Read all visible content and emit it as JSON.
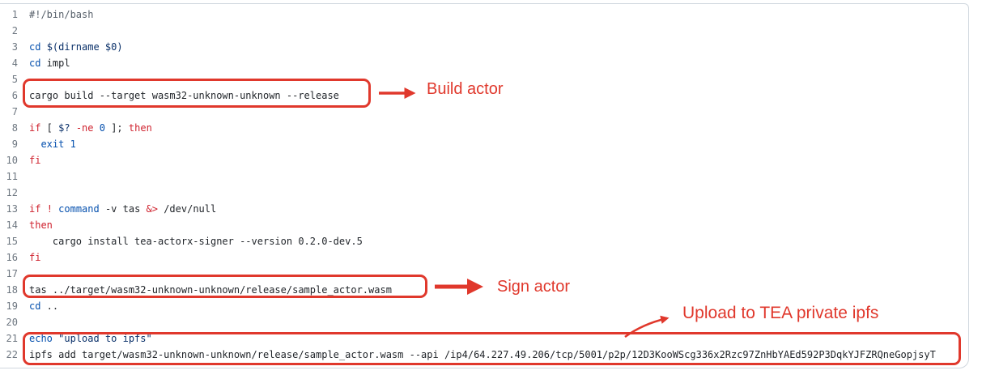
{
  "file_viewer": {
    "language": "bash",
    "line_count": 22
  },
  "colors": {
    "annotation_red": "#e0382c",
    "keyword_red": "#cf222e",
    "builtin_blue": "#0550ae",
    "string_navy": "#0a3069",
    "comment_gray": "#57606a",
    "plain_ink": "#1f2328",
    "line_number_gray": "#6e7781",
    "border_gray": "#d0d7de"
  },
  "code": {
    "lines": [
      {
        "n": 1,
        "tokens": [
          {
            "t": "#!/bin/bash",
            "c": "m"
          }
        ]
      },
      {
        "n": 2,
        "tokens": []
      },
      {
        "n": 3,
        "tokens": [
          {
            "t": "cd",
            "c": "b"
          },
          {
            "t": " ",
            "c": "p"
          },
          {
            "t": "$(dirname $0)",
            "c": "s"
          }
        ]
      },
      {
        "n": 4,
        "tokens": [
          {
            "t": "cd",
            "c": "b"
          },
          {
            "t": " impl",
            "c": "p"
          }
        ]
      },
      {
        "n": 5,
        "tokens": []
      },
      {
        "n": 6,
        "tokens": [
          {
            "t": "cargo build --target wasm32-unknown-unknown --release",
            "c": "p"
          }
        ]
      },
      {
        "n": 7,
        "tokens": []
      },
      {
        "n": 8,
        "tokens": [
          {
            "t": "if",
            "c": "k"
          },
          {
            "t": " [ ",
            "c": "p"
          },
          {
            "t": "$?",
            "c": "s"
          },
          {
            "t": " ",
            "c": "p"
          },
          {
            "t": "-ne",
            "c": "k"
          },
          {
            "t": " ",
            "c": "p"
          },
          {
            "t": "0",
            "c": "b"
          },
          {
            "t": " ]; ",
            "c": "p"
          },
          {
            "t": "then",
            "c": "k"
          }
        ]
      },
      {
        "n": 9,
        "tokens": [
          {
            "t": "  ",
            "c": "p"
          },
          {
            "t": "exit",
            "c": "b"
          },
          {
            "t": " ",
            "c": "p"
          },
          {
            "t": "1",
            "c": "b"
          }
        ]
      },
      {
        "n": 10,
        "tokens": [
          {
            "t": "fi",
            "c": "k"
          }
        ]
      },
      {
        "n": 11,
        "tokens": []
      },
      {
        "n": 12,
        "tokens": []
      },
      {
        "n": 13,
        "tokens": [
          {
            "t": "if",
            "c": "k"
          },
          {
            "t": " ",
            "c": "p"
          },
          {
            "t": "!",
            "c": "k"
          },
          {
            "t": " ",
            "c": "p"
          },
          {
            "t": "command",
            "c": "b"
          },
          {
            "t": " -v tas ",
            "c": "p"
          },
          {
            "t": "&>",
            "c": "k"
          },
          {
            "t": " /dev/null",
            "c": "p"
          }
        ]
      },
      {
        "n": 14,
        "tokens": [
          {
            "t": "then",
            "c": "k"
          }
        ]
      },
      {
        "n": 15,
        "tokens": [
          {
            "t": "    cargo install tea-actorx-signer --version 0.2.0-dev.5",
            "c": "p"
          }
        ]
      },
      {
        "n": 16,
        "tokens": [
          {
            "t": "fi",
            "c": "k"
          }
        ]
      },
      {
        "n": 17,
        "tokens": []
      },
      {
        "n": 18,
        "tokens": [
          {
            "t": "tas ../target/wasm32-unknown-unknown/release/sample_actor.wasm",
            "c": "p"
          }
        ]
      },
      {
        "n": 19,
        "tokens": [
          {
            "t": "cd",
            "c": "b"
          },
          {
            "t": " ..",
            "c": "p"
          }
        ]
      },
      {
        "n": 20,
        "tokens": []
      },
      {
        "n": 21,
        "tokens": [
          {
            "t": "echo",
            "c": "b"
          },
          {
            "t": " ",
            "c": "p"
          },
          {
            "t": "\"upload to ipfs\"",
            "c": "s"
          }
        ]
      },
      {
        "n": 22,
        "tokens": [
          {
            "t": "ipfs add target/wasm32-unknown-unknown/release/sample_actor.wasm --api /ip4/64.227.49.206/tcp/5001/p2p/12D3KooWScg336x2Rzc97ZnHbYAEd592P3DqkYJFZRQneGopjsyT",
            "c": "p"
          }
        ]
      }
    ]
  },
  "annotations": {
    "build_label": "Build actor",
    "sign_label": "Sign actor",
    "upload_label": "Upload to TEA private ipfs"
  }
}
